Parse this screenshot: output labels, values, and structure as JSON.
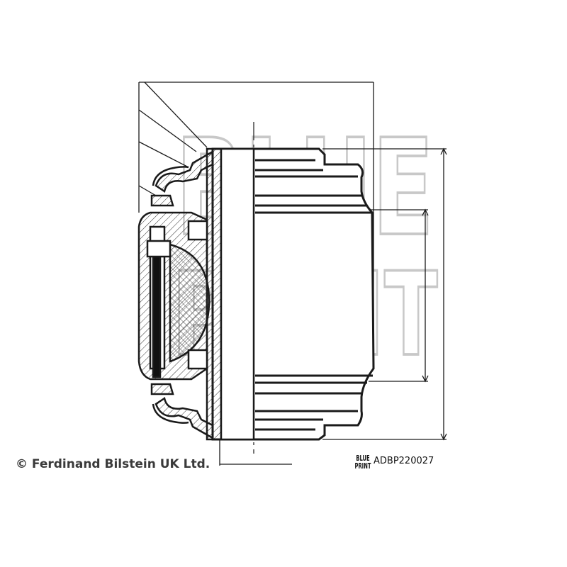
{
  "watermark": {
    "line1": "BLUE",
    "line2": "PRINT",
    "color": "#c8c8c8"
  },
  "footer": {
    "copyright": "© Ferdinand Bilstein UK Ltd.",
    "logo_text": [
      "BLUE",
      "PRINT"
    ],
    "part_number": "ADBP220027"
  },
  "colors": {
    "line": "#1a1a1a",
    "text": "#3a3a3a"
  }
}
